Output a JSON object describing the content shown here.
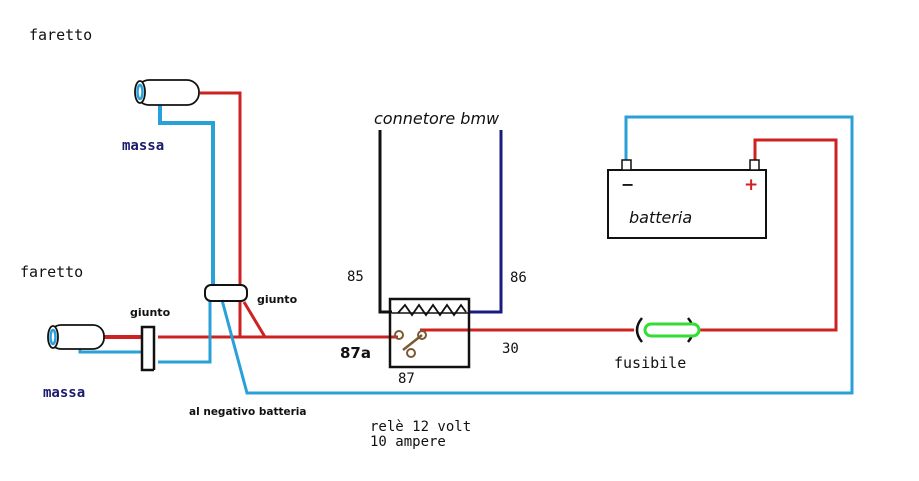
{
  "labels": {
    "faretto_top": "faretto",
    "faretto_left": "faretto",
    "massa_top": "massa",
    "massa_bottom": "massa",
    "giunto_left": "giunto",
    "giunto_right": "giunto",
    "al_negativo": "al negativo batteria",
    "connettore": "connetore bmw",
    "pin_85": "85",
    "pin_86": "86",
    "pin_87a": "87a",
    "pin_87": "87",
    "pin_30": "30",
    "fusibile": "fusibile",
    "batteria": "batteria",
    "battery_minus": "−",
    "battery_plus": "+",
    "rele_line1": "relè 12 volt",
    "rele_line2": "10 ampere"
  },
  "colors": {
    "wire_positive": "#cc2222",
    "wire_ground": "#2aa0d8",
    "wire_black": "#111111",
    "wire_navy": "#1a1a80",
    "fuse_element": "#33dd33",
    "label_massa": "#1a1a6e"
  }
}
